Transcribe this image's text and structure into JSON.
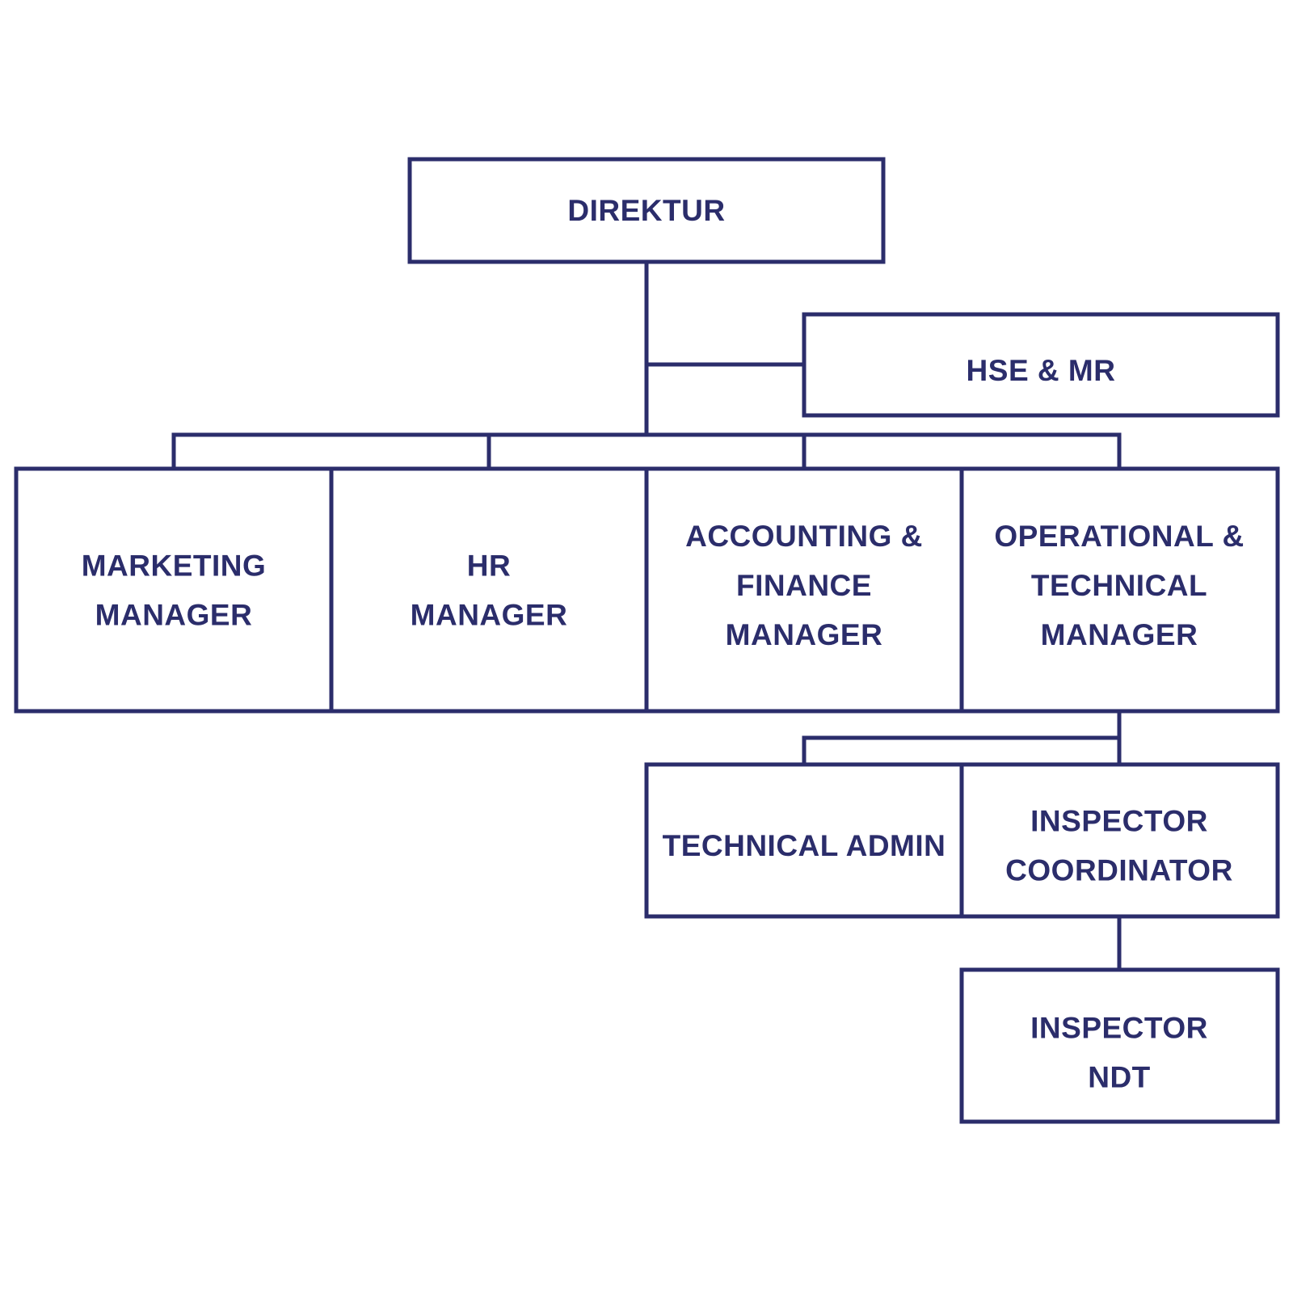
{
  "colors": {
    "line": "#2b2d6b",
    "text": "#2b2d6b",
    "background": "#ffffff"
  },
  "org_chart": {
    "direktur": {
      "lines": [
        "DIREKTUR"
      ]
    },
    "hse_mr": {
      "lines": [
        "HSE & MR"
      ]
    },
    "marketing_manager": {
      "lines": [
        "MARKETING",
        "MANAGER"
      ]
    },
    "hr_manager": {
      "lines": [
        "HR",
        "MANAGER"
      ]
    },
    "accounting_finance_manager": {
      "lines": [
        "ACCOUNTING &",
        "FINANCE",
        "MANAGER"
      ]
    },
    "operational_technical_manager": {
      "lines": [
        "OPERATIONAL &",
        "TECHNICAL",
        "MANAGER"
      ]
    },
    "technical_admin": {
      "lines": [
        "TECHNICAL ADMIN"
      ]
    },
    "inspector_coordinator": {
      "lines": [
        "INSPECTOR",
        "COORDINATOR"
      ]
    },
    "inspector_ndt": {
      "lines": [
        "INSPECTOR",
        "NDT"
      ]
    }
  }
}
